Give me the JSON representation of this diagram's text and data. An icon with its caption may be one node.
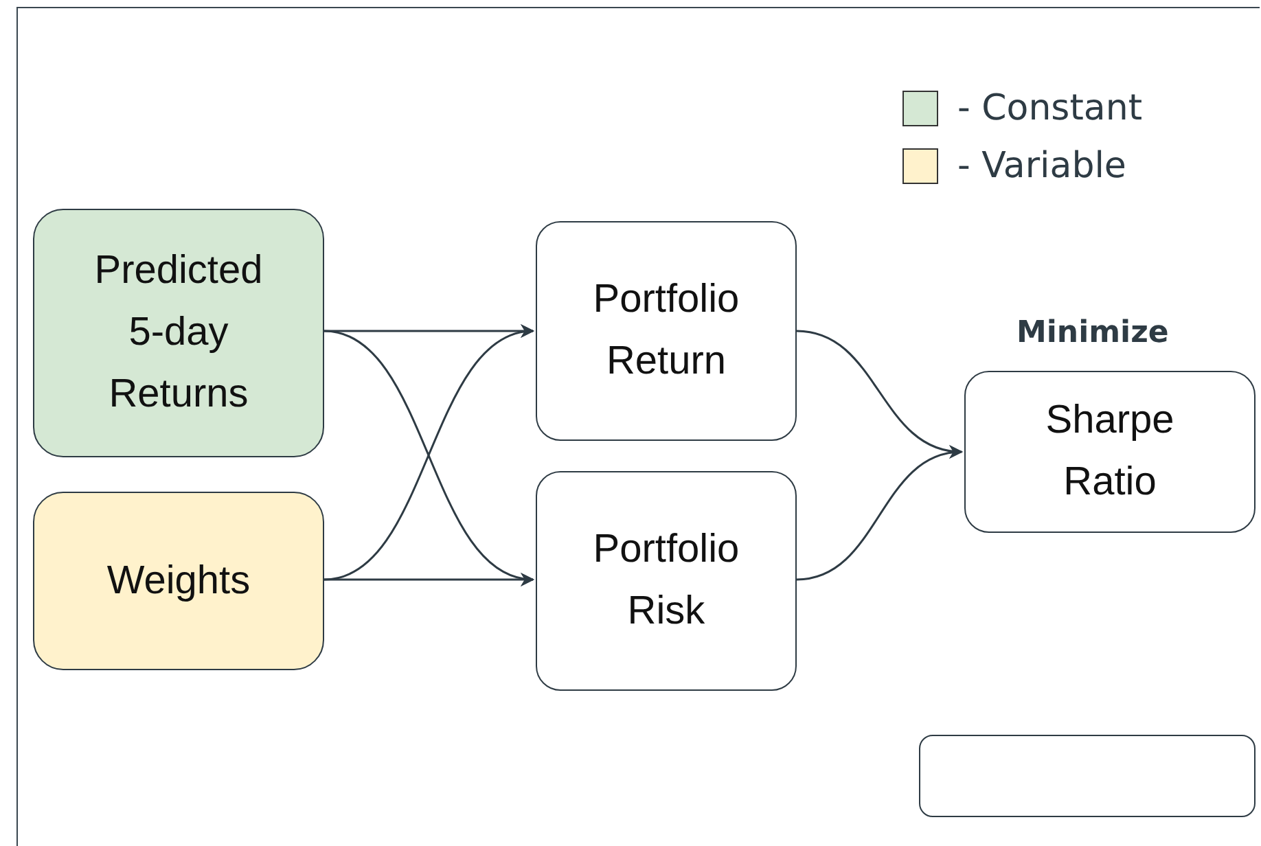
{
  "diagram": {
    "nodes": [
      {
        "text": [
          "Predicted 5-day Returns"
        ]
      },
      {
        "text": [
          "Weights"
        ]
      },
      {
        "text": [
          "Portfolio Return"
        ]
      },
      {
        "text": [
          "Portfolio Risk"
        ]
      },
      {
        "text": [
          "Sharpe Ratio"
        ],
        "beside": [
          "Minimize"
        ]
      },
      {
        "text": [],
        "shape": "box"
      }
    ],
    "edges": [
      {
        "from": 0,
        "to": 2,
        "arrow": "to"
      },
      {
        "from": 0,
        "to": 3,
        "arrow": "to"
      },
      {
        "from": 1,
        "to": 2,
        "arrow": "to"
      },
      {
        "from": 1,
        "to": 3,
        "arrow": "to"
      },
      {
        "from": 2,
        "to": 4,
        "arrow": "to"
      },
      {
        "from": 3,
        "to": 4,
        "arrow": "to"
      }
    ],
    "legend": [
      {
        "text": "- Constant",
        "color": "#d5e8d4"
      },
      {
        "text": "- Variable",
        "color": "#fff2cc"
      }
    ]
  }
}
